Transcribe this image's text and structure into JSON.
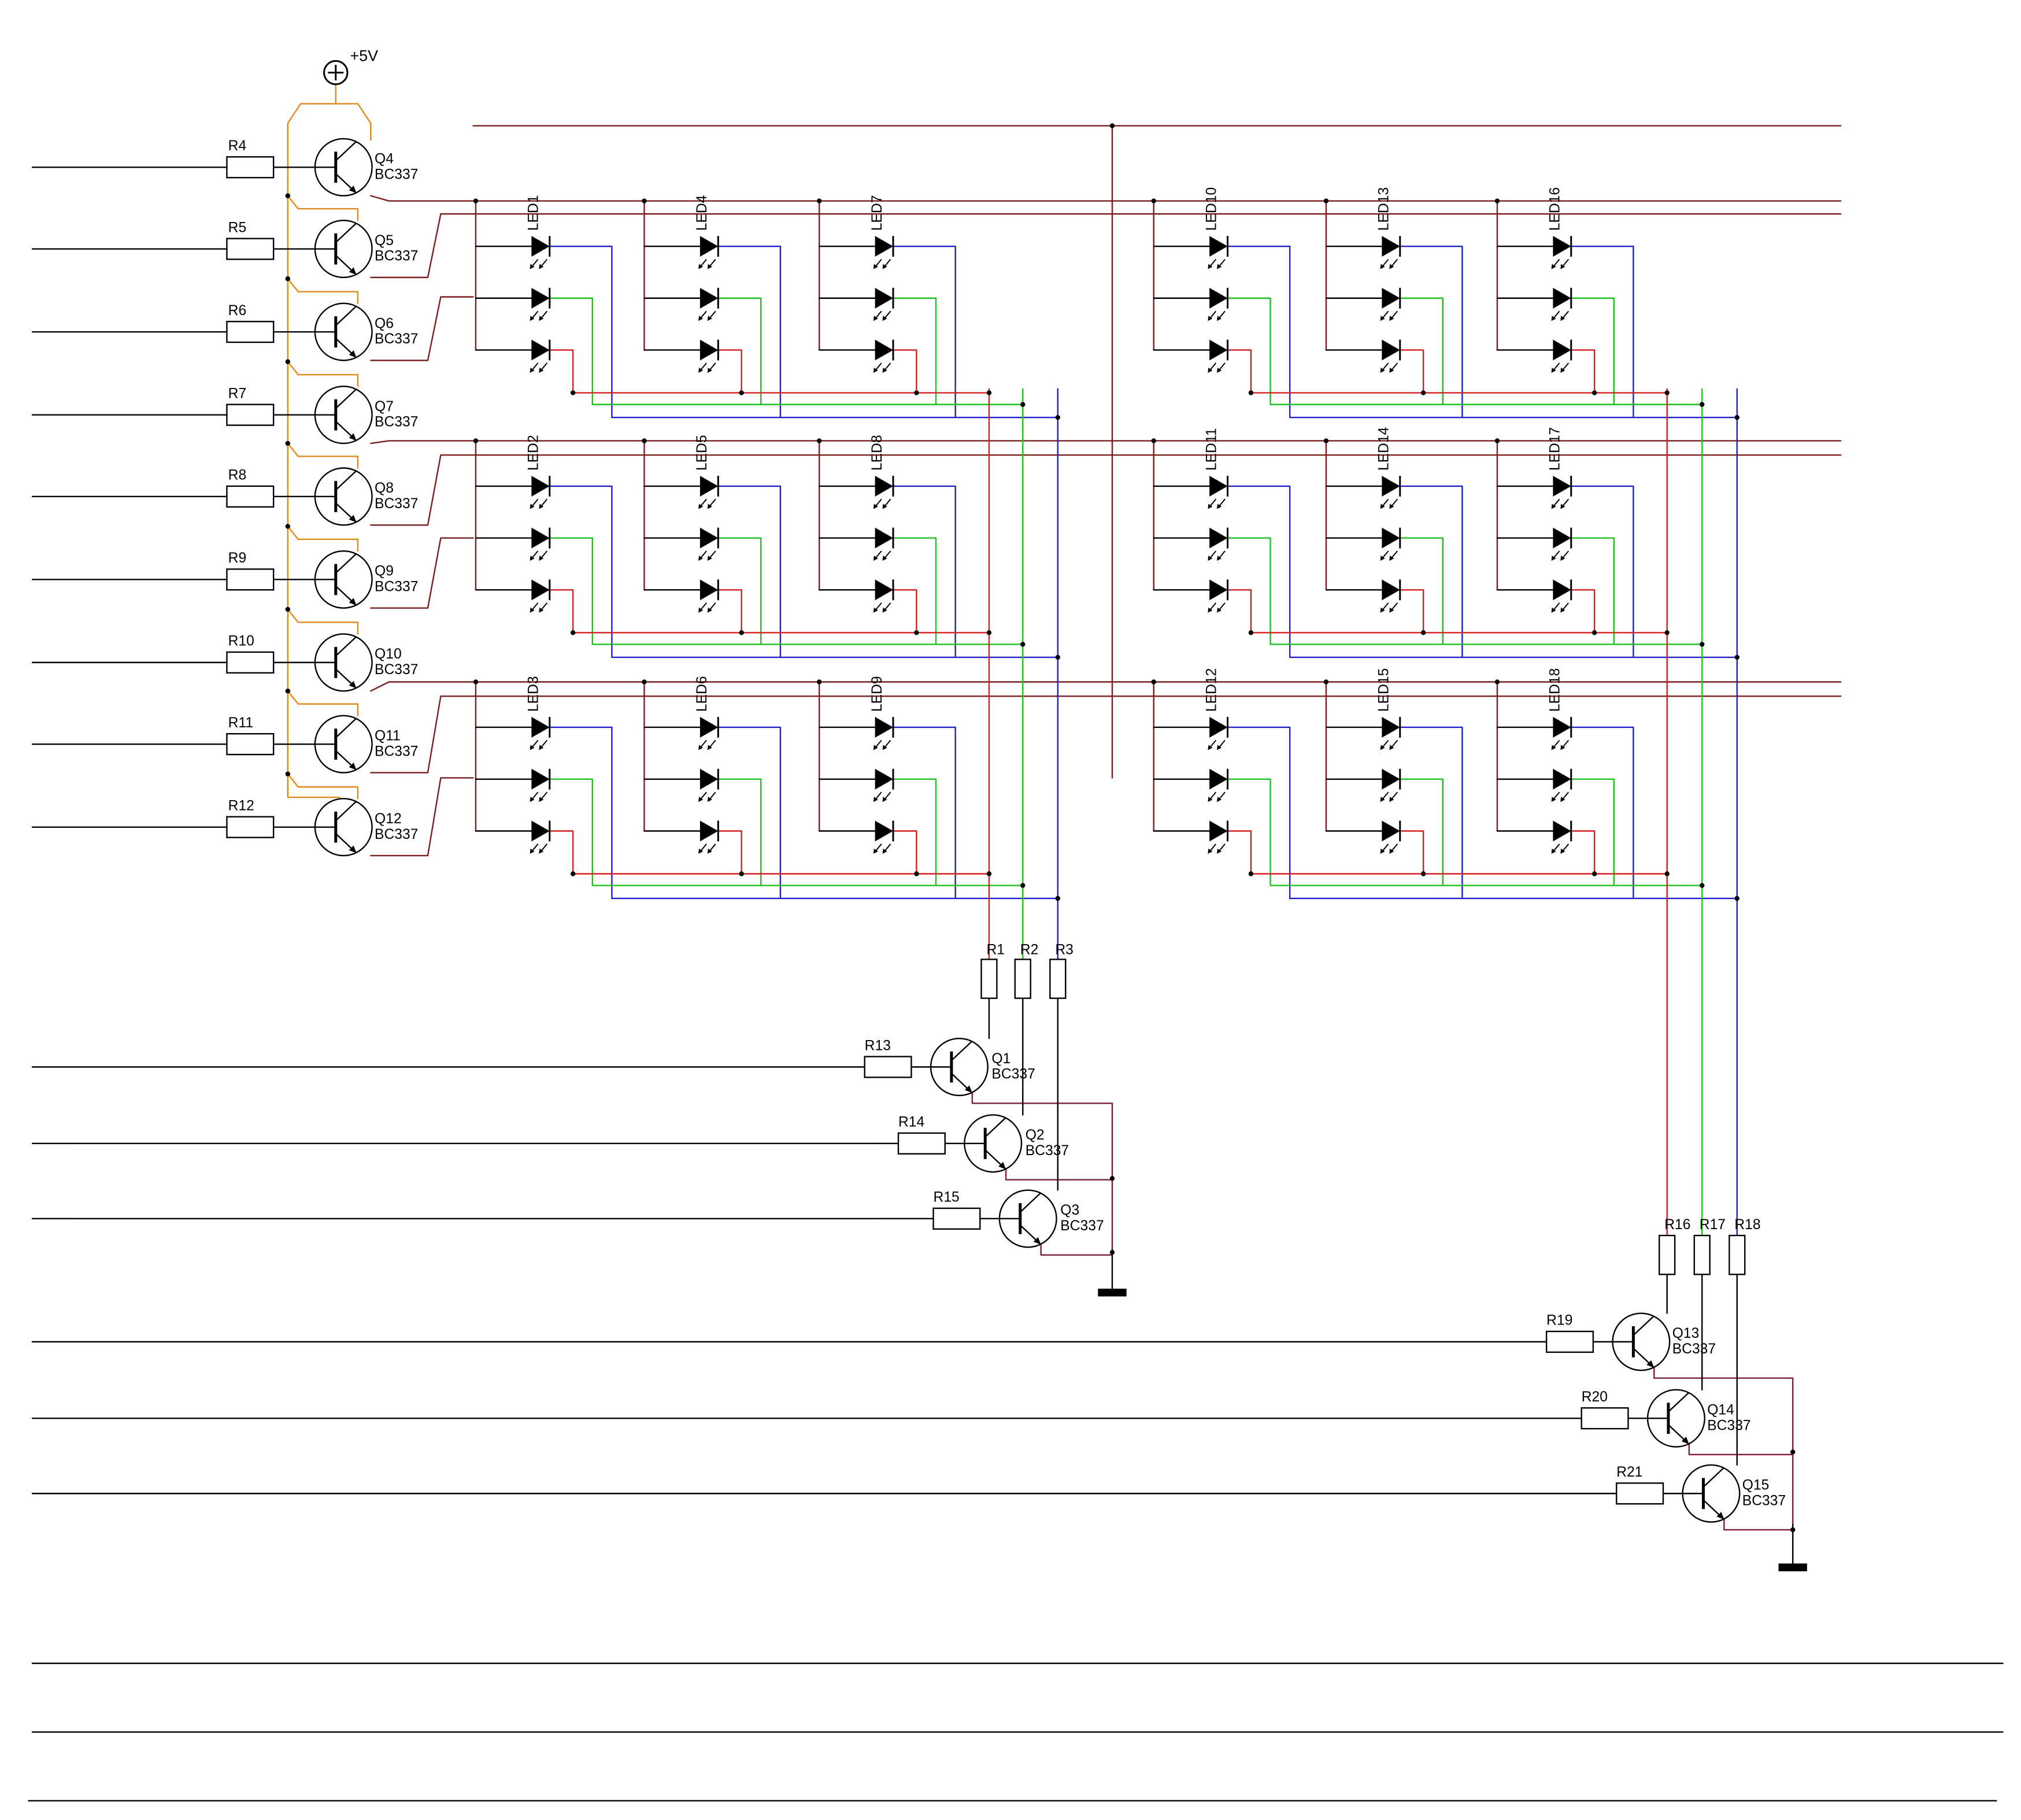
{
  "colors": {
    "wire": "#000000",
    "supply": "#e08a1e",
    "row": "#7a1e1e",
    "red": "#d42020",
    "green": "#20c020",
    "blue": "#2020c8",
    "base": "#7a1e3c"
  },
  "supply": {
    "label": "+5V",
    "icon": "plus-circle-icon"
  },
  "ground_icon": "ground-icon",
  "high_side": [
    {
      "r": "R4",
      "q": "Q4",
      "part": "BC337"
    },
    {
      "r": "R5",
      "q": "Q5",
      "part": "BC337"
    },
    {
      "r": "R6",
      "q": "Q6",
      "part": "BC337"
    },
    {
      "r": "R7",
      "q": "Q7",
      "part": "BC337"
    },
    {
      "r": "R8",
      "q": "Q8",
      "part": "BC337"
    },
    {
      "r": "R9",
      "q": "Q9",
      "part": "BC337"
    },
    {
      "r": "R10",
      "q": "Q10",
      "part": "BC337"
    },
    {
      "r": "R11",
      "q": "Q11",
      "part": "BC337"
    },
    {
      "r": "R12",
      "q": "Q12",
      "part": "BC337"
    }
  ],
  "leds": [
    [
      "LED1",
      "LED4",
      "LED7",
      "LED10",
      "LED13",
      "LED16"
    ],
    [
      "LED2",
      "LED5",
      "LED8",
      "LED11",
      "LED14",
      "LED17"
    ],
    [
      "LED3",
      "LED6",
      "LED9",
      "LED12",
      "LED15",
      "LED18"
    ]
  ],
  "col_res_left": [
    "R1",
    "R2",
    "R3"
  ],
  "col_res_right": [
    "R16",
    "R17",
    "R18"
  ],
  "low_left": [
    {
      "r": "R13",
      "q": "Q1",
      "part": "BC337"
    },
    {
      "r": "R14",
      "q": "Q2",
      "part": "BC337"
    },
    {
      "r": "R15",
      "q": "Q3",
      "part": "BC337"
    }
  ],
  "low_right": [
    {
      "r": "R19",
      "q": "Q13",
      "part": "BC337"
    },
    {
      "r": "R20",
      "q": "Q14",
      "part": "BC337"
    },
    {
      "r": "R21",
      "q": "Q15",
      "part": "BC337"
    }
  ]
}
